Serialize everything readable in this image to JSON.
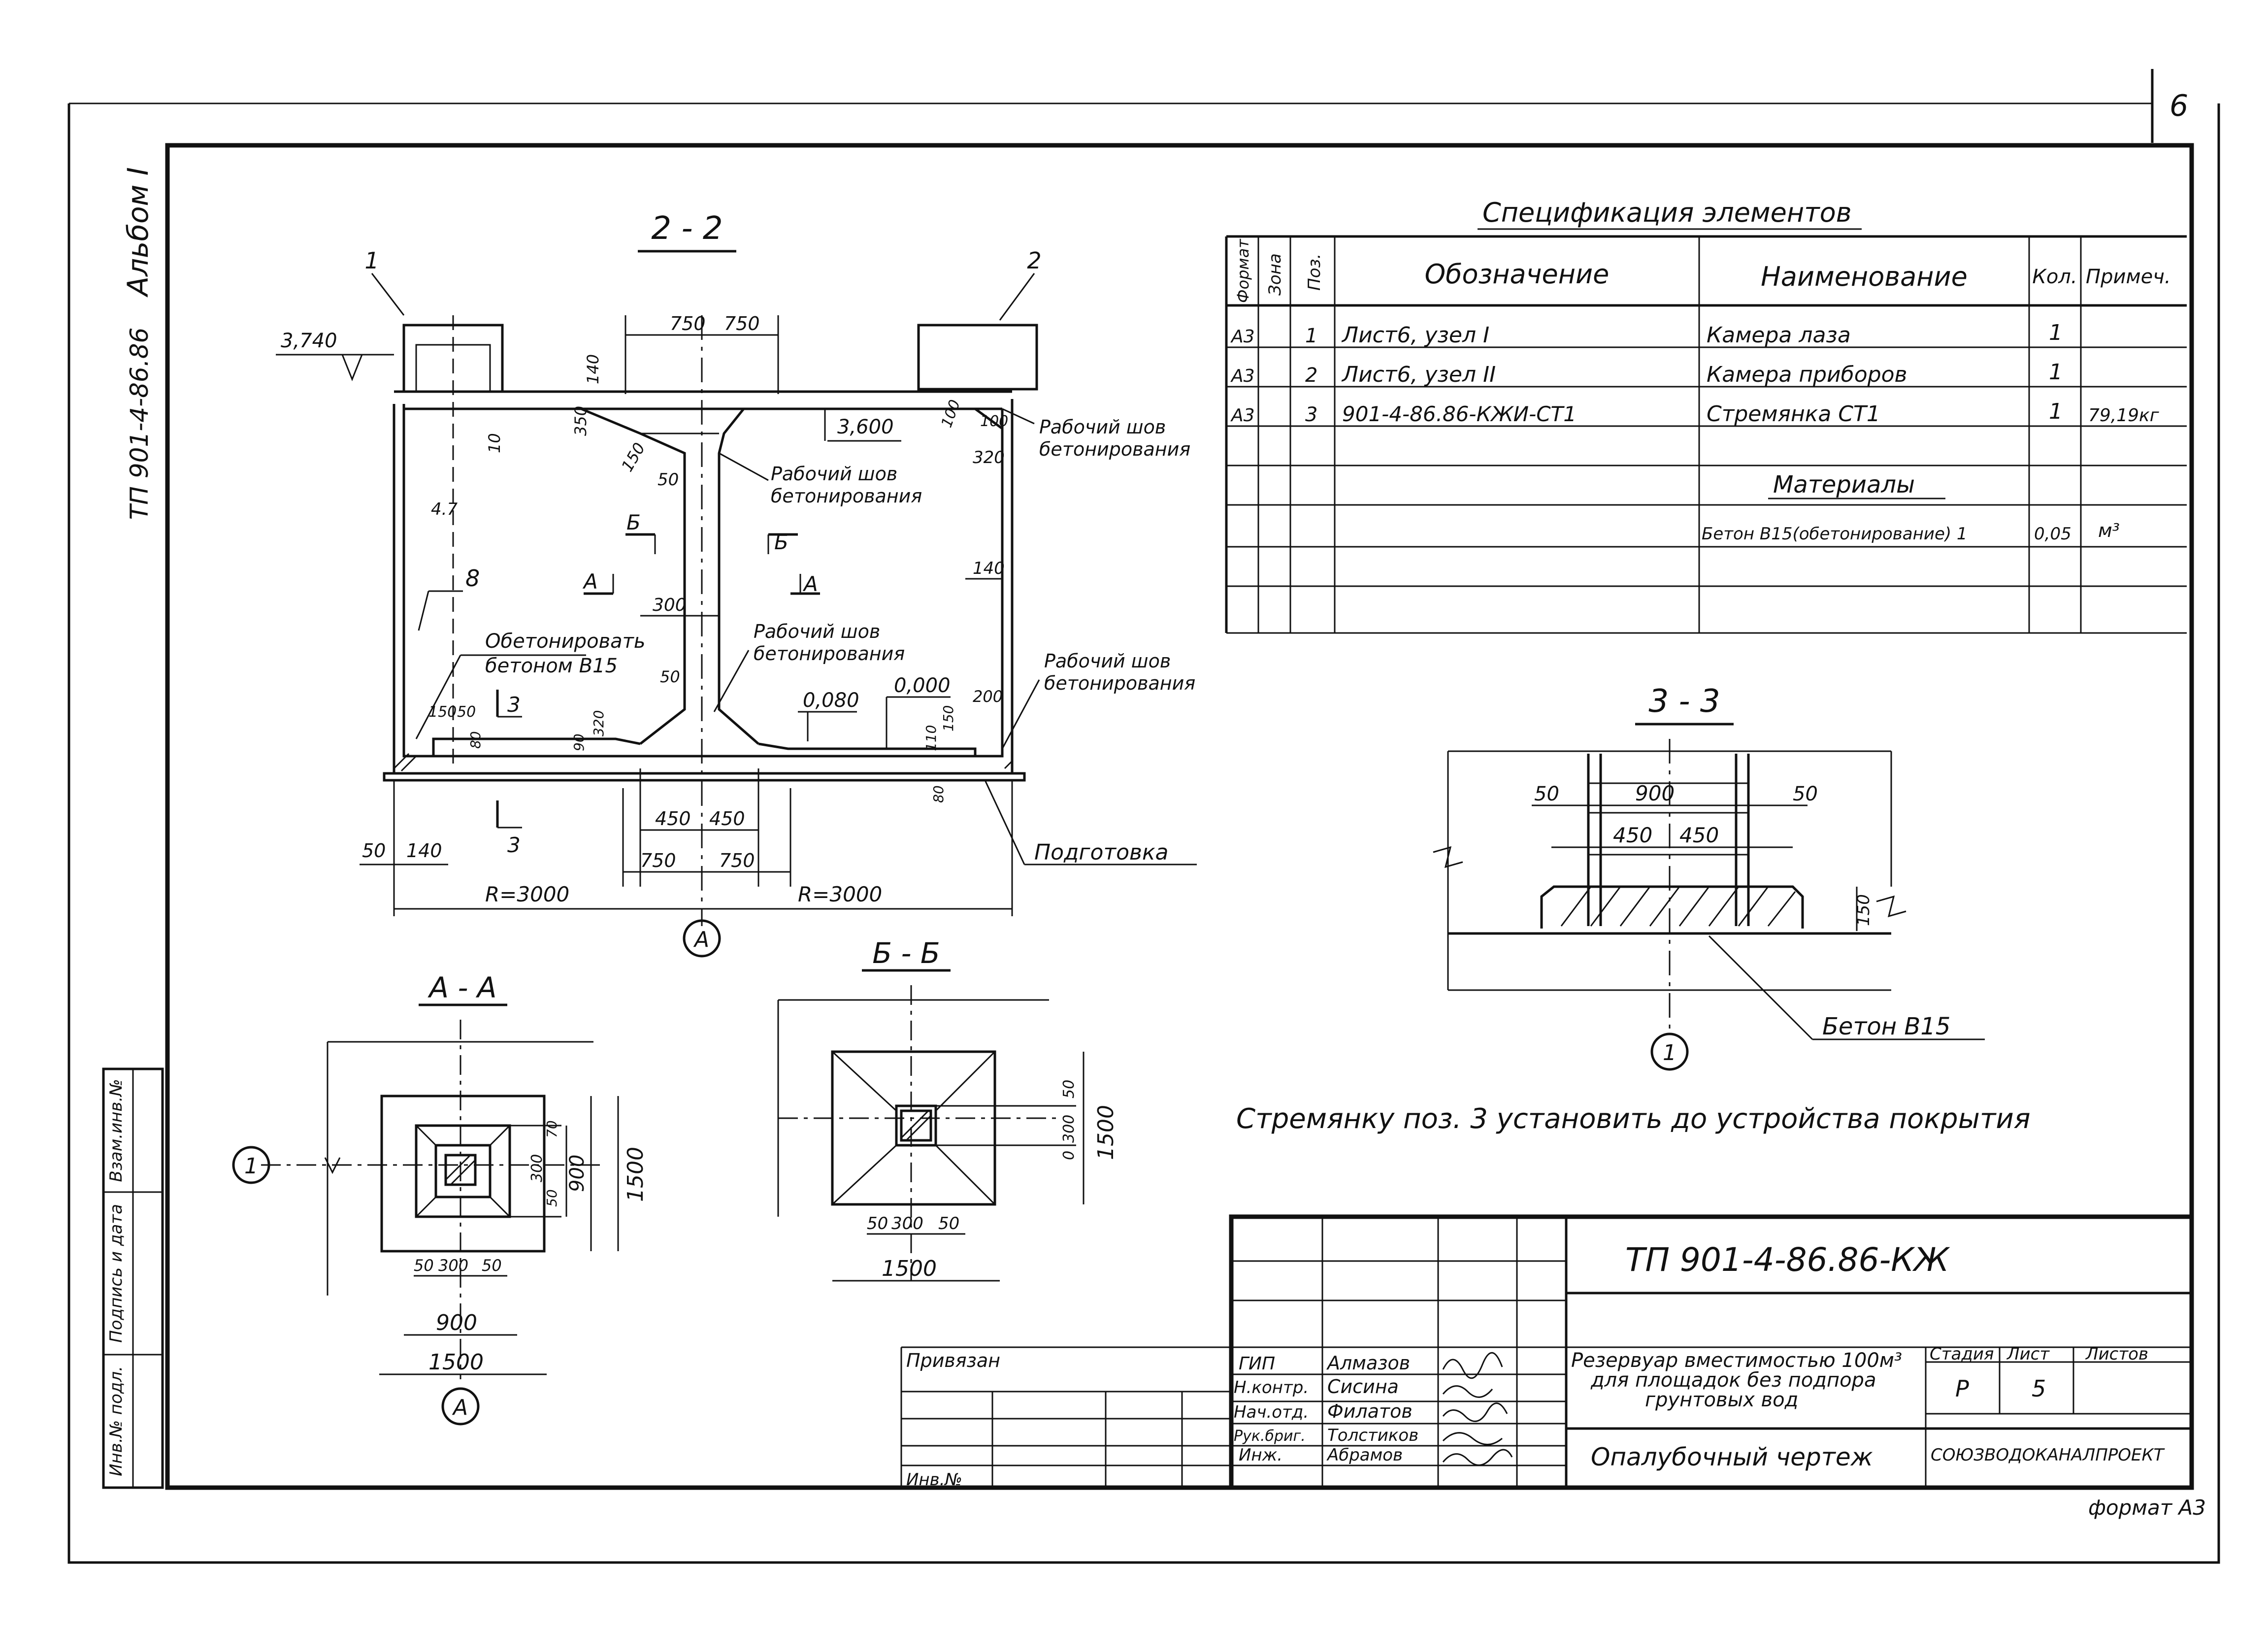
{
  "sheet_number": "6",
  "album": "Альбом I",
  "album_code": "ТП 901-4-86.86",
  "side_stamp": {
    "cells": [
      "Инв.№ подл.",
      "Подпись и дата",
      "Взам.инв.№"
    ]
  },
  "section_2_2": {
    "title": "2 - 2",
    "callouts": {
      "c1": "1",
      "c2": "2",
      "c8": "8"
    },
    "levels": {
      "l3740": "3,740",
      "l3600": "3,600",
      "l0080": "0,080",
      "l0000": "0,000"
    },
    "dims": {
      "d750a": "750",
      "d750b": "750",
      "d140a": "140",
      "d10": "10",
      "d350": "350",
      "d150": "150",
      "d50a": "50",
      "d47": "4.7",
      "d300": "300",
      "d100a": "100",
      "d100b": "100",
      "d320a": "320",
      "d140b": "140",
      "d50b": "50",
      "d200": "200",
      "d150b": "150",
      "d50c": "50",
      "d80a": "80",
      "d320b": "320",
      "d90": "90",
      "d110": "110",
      "d150c": "150",
      "d80b": "80",
      "d450a": "450",
      "d450b": "450",
      "d750c": "750",
      "d750d": "750",
      "d50d": "50",
      "d140c": "140",
      "r1": "R=3000",
      "r2": "R=3000"
    },
    "cut_marks": {
      "b": "Б",
      "b2": "Б",
      "a": "А",
      "a2": "А",
      "s3": "3",
      "s3b": "3"
    },
    "notes": {
      "seam1a": "Рабочий шов",
      "seam1b": "бетонирования",
      "seam2a": "Рабочий шов",
      "seam2b": "бетонирования",
      "seam3a": "Рабочий шов",
      "seam3b": "бетонирования",
      "seam4a": "Рабочий шов",
      "seam4b": "бетонирования",
      "concrete_a": "Обетонировать",
      "concrete_b": "бетоном В15",
      "prep": "Подготовка"
    },
    "axis": "А"
  },
  "section_3_3": {
    "title": "3 - 3",
    "dims": {
      "d50a": "50",
      "d900": "900",
      "d50b": "50",
      "d450a": "450",
      "d450b": "450",
      "d150": "150"
    },
    "axis": "1",
    "material": "Бетон В15"
  },
  "section_a_a": {
    "title": "А - А",
    "dims": {
      "d70": "70",
      "d300": "300",
      "d50": "50",
      "d900v": "900",
      "d1500v": "1500",
      "h50a": "50",
      "h300": "300",
      "h50b": "50",
      "h900": "900",
      "h1500": "1500"
    },
    "axis_left": "1",
    "axis_bottom": "А"
  },
  "section_b_b": {
    "title": "Б - Б",
    "dims": {
      "v50": "50",
      "v300": "300",
      "v0": "0",
      "v1500": "1500",
      "h50a": "50",
      "h300": "300",
      "h50b": "50",
      "h1500": "1500"
    }
  },
  "note": "Стремянку поз. 3 установить до устройства покрытия",
  "spec": {
    "title": "Спецификация элементов",
    "headers": [
      "Формат",
      "Зона",
      "Поз.",
      "Обозначение",
      "Наименование",
      "Кол.",
      "Примеч."
    ],
    "rows": [
      [
        "А3",
        "",
        "1",
        "Лист6, узел I",
        "Камера лаза",
        "1",
        ""
      ],
      [
        "А3",
        "",
        "2",
        "Лист6, узел II",
        "Камера приборов",
        "1",
        ""
      ],
      [
        "А3",
        "",
        "3",
        "901-4-86.86-КЖИ-СТ1",
        "Стремянка СТ1",
        "1",
        "79,19кг"
      ],
      [
        "",
        "",
        "",
        "",
        "",
        "",
        ""
      ],
      [
        "",
        "",
        "",
        "",
        "Материалы",
        "",
        ""
      ],
      [
        "",
        "",
        "",
        "",
        "Бетон В15(обетонирование) 1",
        "0,05",
        "м³"
      ],
      [
        "",
        "",
        "",
        "",
        "",
        "",
        ""
      ],
      [
        "",
        "",
        "",
        "",
        "",
        "",
        ""
      ]
    ]
  },
  "title_block": {
    "code": "ТП 901-4-86.86-КЖ",
    "project": [
      "Резервуар вместимостью 100м³",
      "для площадок без подпора",
      "грунтовых вод"
    ],
    "drawing": "Опалубочный чертеж",
    "org": "СОЮЗВОДОКАНАЛПРОЕКТ",
    "stage_h": "Стадия",
    "sheet_h": "Лист",
    "sheets_h": "Листов",
    "stage": "Р",
    "sheet": "5",
    "sheets": "",
    "bound": "Привязан",
    "inv": "Инв.№",
    "roles": [
      "ГИП",
      "Н.контр.",
      "Нач.отд.",
      "Рук.бриг.",
      "Инж."
    ],
    "names": [
      "Алмазов",
      "Сисина",
      "Филатов",
      "Толстиков",
      "Абрамов"
    ]
  },
  "format": "формат А3"
}
